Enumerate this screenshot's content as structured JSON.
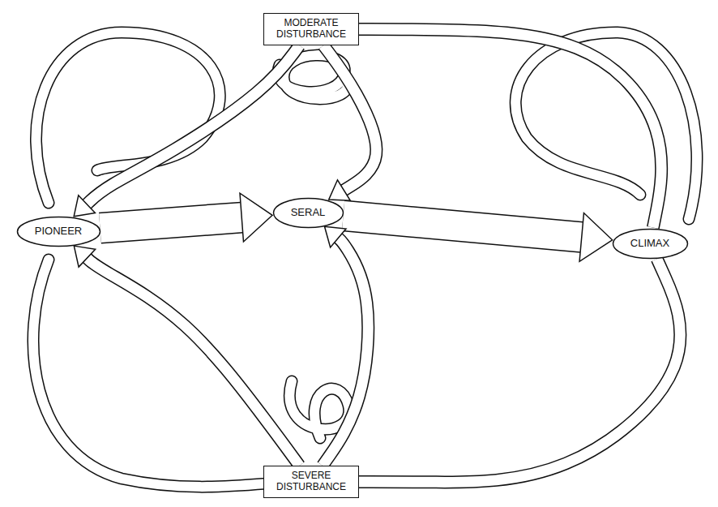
{
  "diagram": {
    "nodes": [
      {
        "text": [
          "MODERATE DISTURBANCE"
        ]
      },
      {
        "text": [
          "PIONEER"
        ]
      },
      {
        "text": [
          "SERAL"
        ]
      },
      {
        "text": [
          "CLIMAX"
        ]
      },
      {
        "text": [
          "SEVERE DISTURBANCE"
        ]
      }
    ],
    "edges": [
      {
        "from": 1,
        "to": 2,
        "arrow": "to"
      },
      {
        "from": 2,
        "to": 3,
        "arrow": "to"
      },
      {
        "from": 0,
        "to": 2,
        "arrow": "to"
      },
      {
        "from": 0,
        "to": 1,
        "arrow": "to"
      },
      {
        "from": 4,
        "to": 1,
        "arrow": "to"
      },
      {
        "from": 4,
        "to": 2,
        "arrow": "to"
      },
      {
        "from": 3,
        "to": 0,
        "arrow": "none"
      },
      {
        "from": 3,
        "to": 4,
        "arrow": "none"
      }
    ]
  }
}
